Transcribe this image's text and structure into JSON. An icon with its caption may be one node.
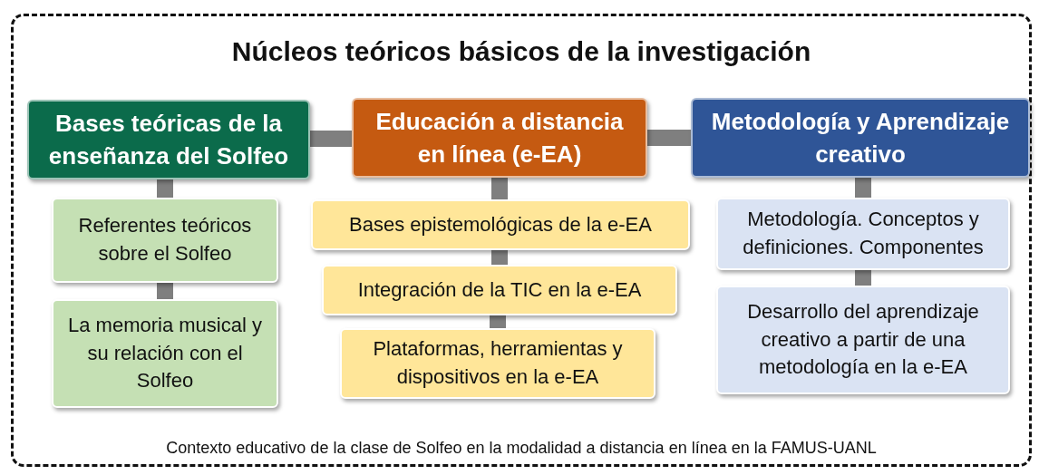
{
  "diagram": {
    "nodes": [
      {
        "text": [
          "Núcleos teóricos básicos de la investigación",
          "Contexto educativo de la clase de Solfeo en la modalidad a distancia en línea en la FAMUS-UANL"
        ]
      },
      {
        "text": [
          "Bases teóricas de la enseñanza del Solfeo"
        ],
        "in": 0
      },
      {
        "text": [
          "Educación a distancia en línea (e-EA)"
        ],
        "in": 0
      },
      {
        "text": [
          "Metodología y Aprendizaje creativo"
        ],
        "in": 0
      },
      {
        "text": [
          "Referentes teóricos sobre el Solfeo"
        ],
        "in": 0
      },
      {
        "text": [
          "La memoria musical y su relación con el Solfeo"
        ],
        "in": 0
      },
      {
        "text": [
          "Bases epistemológicas de la e-EA"
        ],
        "in": 0
      },
      {
        "text": [
          "Integración de la TIC en la e-EA"
        ],
        "in": 0
      },
      {
        "text": [
          "Plataformas, herramientas y dispositivos en la e-EA"
        ],
        "in": 0
      },
      {
        "text": [
          "Metodología. Conceptos y definiciones. Componentes"
        ],
        "in": 0
      },
      {
        "text": [
          "Desarrollo del aprendizaje creativo a partir de una metodología en la e-EA"
        ],
        "in": 0
      }
    ],
    "edges": [
      {
        "from": 1,
        "to": 2,
        "arrow": "none"
      },
      {
        "from": 2,
        "to": 3,
        "arrow": "none"
      },
      {
        "from": 1,
        "to": 4,
        "arrow": "none"
      },
      {
        "from": 4,
        "to": 5,
        "arrow": "none"
      },
      {
        "from": 2,
        "to": 6,
        "arrow": "none"
      },
      {
        "from": 6,
        "to": 7,
        "arrow": "none"
      },
      {
        "from": 7,
        "to": 8,
        "arrow": "none"
      },
      {
        "from": 3,
        "to": 9,
        "arrow": "none"
      },
      {
        "from": 9,
        "to": 10,
        "arrow": "none"
      }
    ]
  }
}
